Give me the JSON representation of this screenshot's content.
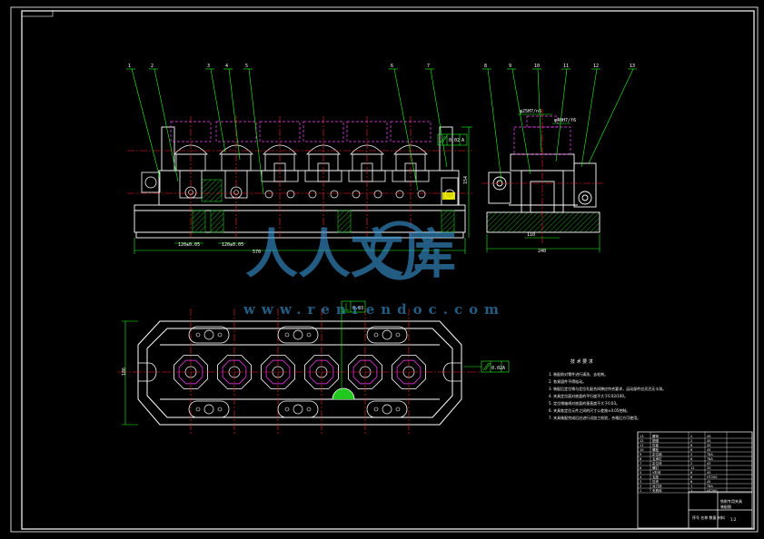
{
  "drawing": {
    "part_numbers": [
      "1",
      "2",
      "3",
      "4",
      "5",
      "6",
      "7",
      "8",
      "9",
      "10",
      "11",
      "12",
      "13"
    ],
    "dims": {
      "front_length": "570",
      "front_height": "154",
      "front_left_span": "120±0.05",
      "front_left_span2": "120±0.05",
      "side_width": "240",
      "side_base": "110",
      "top_depth": "186",
      "side_top_dim": "φ25H7/n6",
      "side_top_dim2": "φ40H7/f6",
      "tol_parallel": "0.02",
      "tol_perp": "0.03",
      "tol_parallel2": "0.02",
      "tol_mark": "A"
    },
    "notes_title": "技 术 要 求",
    "notes": [
      "1. 装配前对零件进行清洗、去毛刺。",
      "2. 各紧固件不得松动。",
      "3. 装配后定位销与定位孔配合间隙应符合要求，运动部件应灵活无卡滞。",
      "4. 夹具定位面对底面的平行度不大于0.02/100。",
      "5. 定位销轴线对底面的垂直度不大于0.03。",
      "6. 夹具各定位元件之间的尺寸公差按±0.05控制。",
      "7. 夹具装配完成后应进行试加工检验，合格后方可使用。"
    ]
  },
  "title_block": {
    "bom_rows": [
      [
        "13",
        "螺母",
        "2",
        "45"
      ],
      [
        "12",
        "垫圈",
        "2",
        "45"
      ],
      [
        "11",
        "压板",
        "6",
        "45"
      ],
      [
        "10",
        "螺栓",
        "6",
        "45"
      ],
      [
        "9",
        "定位销",
        "2",
        "T8A"
      ],
      [
        "8",
        "支承钉",
        "6",
        "T8A"
      ],
      [
        "7",
        "定位块",
        "2",
        "45"
      ],
      [
        "6",
        "螺钉",
        "12",
        "35"
      ],
      [
        "5",
        "V形块",
        "6",
        "45"
      ],
      [
        "4",
        "支座",
        "6",
        "HT200"
      ],
      [
        "3",
        "压块",
        "6",
        "45"
      ],
      [
        "2",
        "对刀块",
        "1",
        "T8A"
      ],
      [
        "1",
        "夹具体",
        "1",
        "HT200"
      ]
    ],
    "drawing_name": "铣削专用夹具",
    "drawing_name2": "装配图",
    "footer": "序号 名称 数量 材料",
    "scale": "1:2"
  },
  "watermark": {
    "text": "人人文库",
    "url": "www.renrendoc.com"
  },
  "colors": {
    "background": "#000000",
    "frame": "#ffffff",
    "outline": "#ffffff",
    "center": "#ff2020",
    "hidden": "#ff40ff",
    "leader": "#20ff20",
    "dimension": "#20ff20",
    "hatch": "#20c820",
    "watermark": "#3a9ad9"
  }
}
